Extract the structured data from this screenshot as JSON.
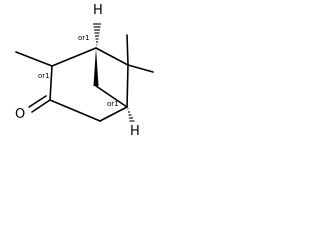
{
  "molecule": {
    "atoms": {
      "oxygen": "O",
      "hydrogen_top": "H",
      "hydrogen_bottom": "H"
    },
    "stereo_labels": {
      "c1": "or1",
      "c2": "or1",
      "c5": "or1"
    }
  }
}
